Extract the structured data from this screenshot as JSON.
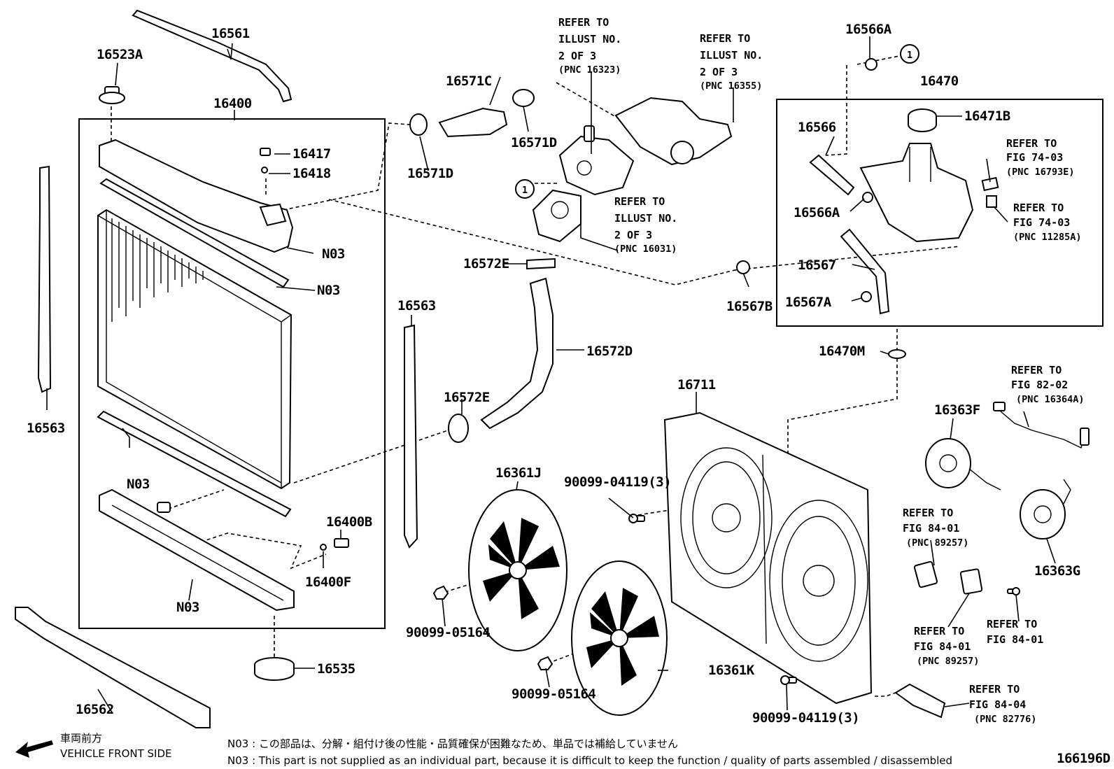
{
  "diagram_id": "166196D",
  "orientation": {
    "jp": "車両前方",
    "en": "VEHICLE FRONT SIDE"
  },
  "notes": {
    "jp": "N03 : この部品は、分解・組付け後の性能・品質確保が困難なため、単品では補給していません",
    "en": "N03 : This part is not supplied as an individual part, because it is difficult to keep the function / quality of parts  assembled / disassembled"
  },
  "circle_marker": "1",
  "parts": {
    "p16561": "16561",
    "p16523A": "16523A",
    "p16400": "16400",
    "p16417": "16417",
    "p16418": "16418",
    "n03_a": "N03",
    "n03_b": "N03",
    "n03_c": "N03",
    "n03_d": "N03",
    "p16563_left": "16563",
    "p16563_right": "16563",
    "p16400B": "16400B",
    "p16400F": "16400F",
    "p16535": "16535",
    "p16562": "16562",
    "p16571C": "16571C",
    "p16571D_a": "16571D",
    "p16571D_b": "16571D",
    "p16572E_a": "16572E",
    "p16572E_b": "16572E",
    "p16572D": "16572D",
    "p16566A_a": "16566A",
    "p16566A_b": "16566A",
    "p16470": "16470",
    "p16471B": "16471B",
    "p16566": "16566",
    "p16567": "16567",
    "p16567A": "16567A",
    "p16567B": "16567B",
    "p16470M": "16470M",
    "p16711": "16711",
    "p16361J": "16361J",
    "p16361K": "16361K",
    "p90099_04119_a": "90099-04119(3)",
    "p90099_04119_b": "90099-04119(3)",
    "p90099_05164_a": "90099-05164",
    "p90099_05164_b": "90099-05164",
    "p16363F": "16363F",
    "p16363G": "16363G"
  },
  "refs": {
    "r16323": {
      "l1": "REFER TO",
      "l2": "ILLUST NO.",
      "l3": "2 OF 3",
      "pnc": "(PNC 16323)"
    },
    "r16355": {
      "l1": "REFER TO",
      "l2": "ILLUST NO.",
      "l3": "2 OF 3",
      "pnc": "(PNC 16355)"
    },
    "r16031": {
      "l1": "REFER TO",
      "l2": "ILLUST NO.",
      "l3": "2 OF 3",
      "pnc": "(PNC 16031)"
    },
    "r16793E": {
      "l1": "REFER TO",
      "l2": "FIG 74-03",
      "pnc": "(PNC 16793E)"
    },
    "r11285A": {
      "l1": "REFER TO",
      "l2": "FIG 74-03",
      "pnc": "(PNC 11285A)"
    },
    "r16364A": {
      "l1": "REFER TO",
      "l2": "FIG 82-02",
      "pnc": "(PNC 16364A)"
    },
    "r89257_a": {
      "l1": "REFER TO",
      "l2": "FIG 84-01",
      "pnc": "(PNC 89257)"
    },
    "r89257_b": {
      "l1": "REFER TO",
      "l2": "FIG 84-01",
      "pnc": "(PNC 89257)"
    },
    "r84_01": {
      "l1": "REFER TO",
      "l2": "FIG 84-01"
    },
    "r82776": {
      "l1": "REFER TO",
      "l2": "FIG 84-04",
      "pnc": "(PNC 82776)"
    }
  }
}
